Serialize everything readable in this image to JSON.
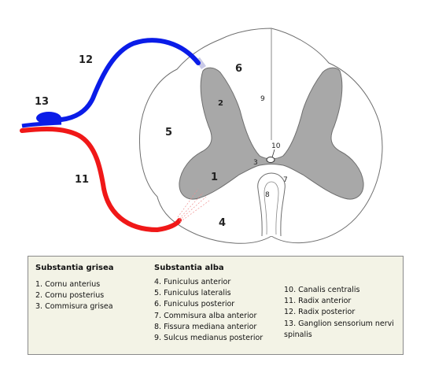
{
  "labels": {
    "l1": "1",
    "l2": "2",
    "l3": "3",
    "l4": "4",
    "l5": "5",
    "l6": "6",
    "l7": "7",
    "l8": "8",
    "l9": "9",
    "l10": "10",
    "l11": "11",
    "l12": "12",
    "l13": "13"
  },
  "legend": {
    "grisea": {
      "heading": "Substantia grisea",
      "items": [
        "1. Cornu anterius",
        "2. Cornu posterius",
        "3. Commisura grisea"
      ]
    },
    "alba": {
      "heading": "Substantia alba",
      "items": [
        "4. Funiculus anterior",
        "5. Funiculus lateralis",
        "6. Funiculus posterior",
        "7. Commisura alba anterior",
        "8. Fissura mediana anterior",
        "9. Sulcus medianus posterior"
      ]
    },
    "other": {
      "items": [
        "10. Canalis centralis",
        "11. Radix anterior",
        "12. Radix posterior",
        "13. Ganglion sensorium nervi spinalis"
      ]
    }
  },
  "colors": {
    "white_matter": "#ffffff",
    "grey_matter": "#a8a8a8",
    "outline": "#6e6e6e",
    "posterior_root": "#0a1ce8",
    "anterior_root": "#f01818",
    "legend_bg": "#f3f3e6"
  }
}
